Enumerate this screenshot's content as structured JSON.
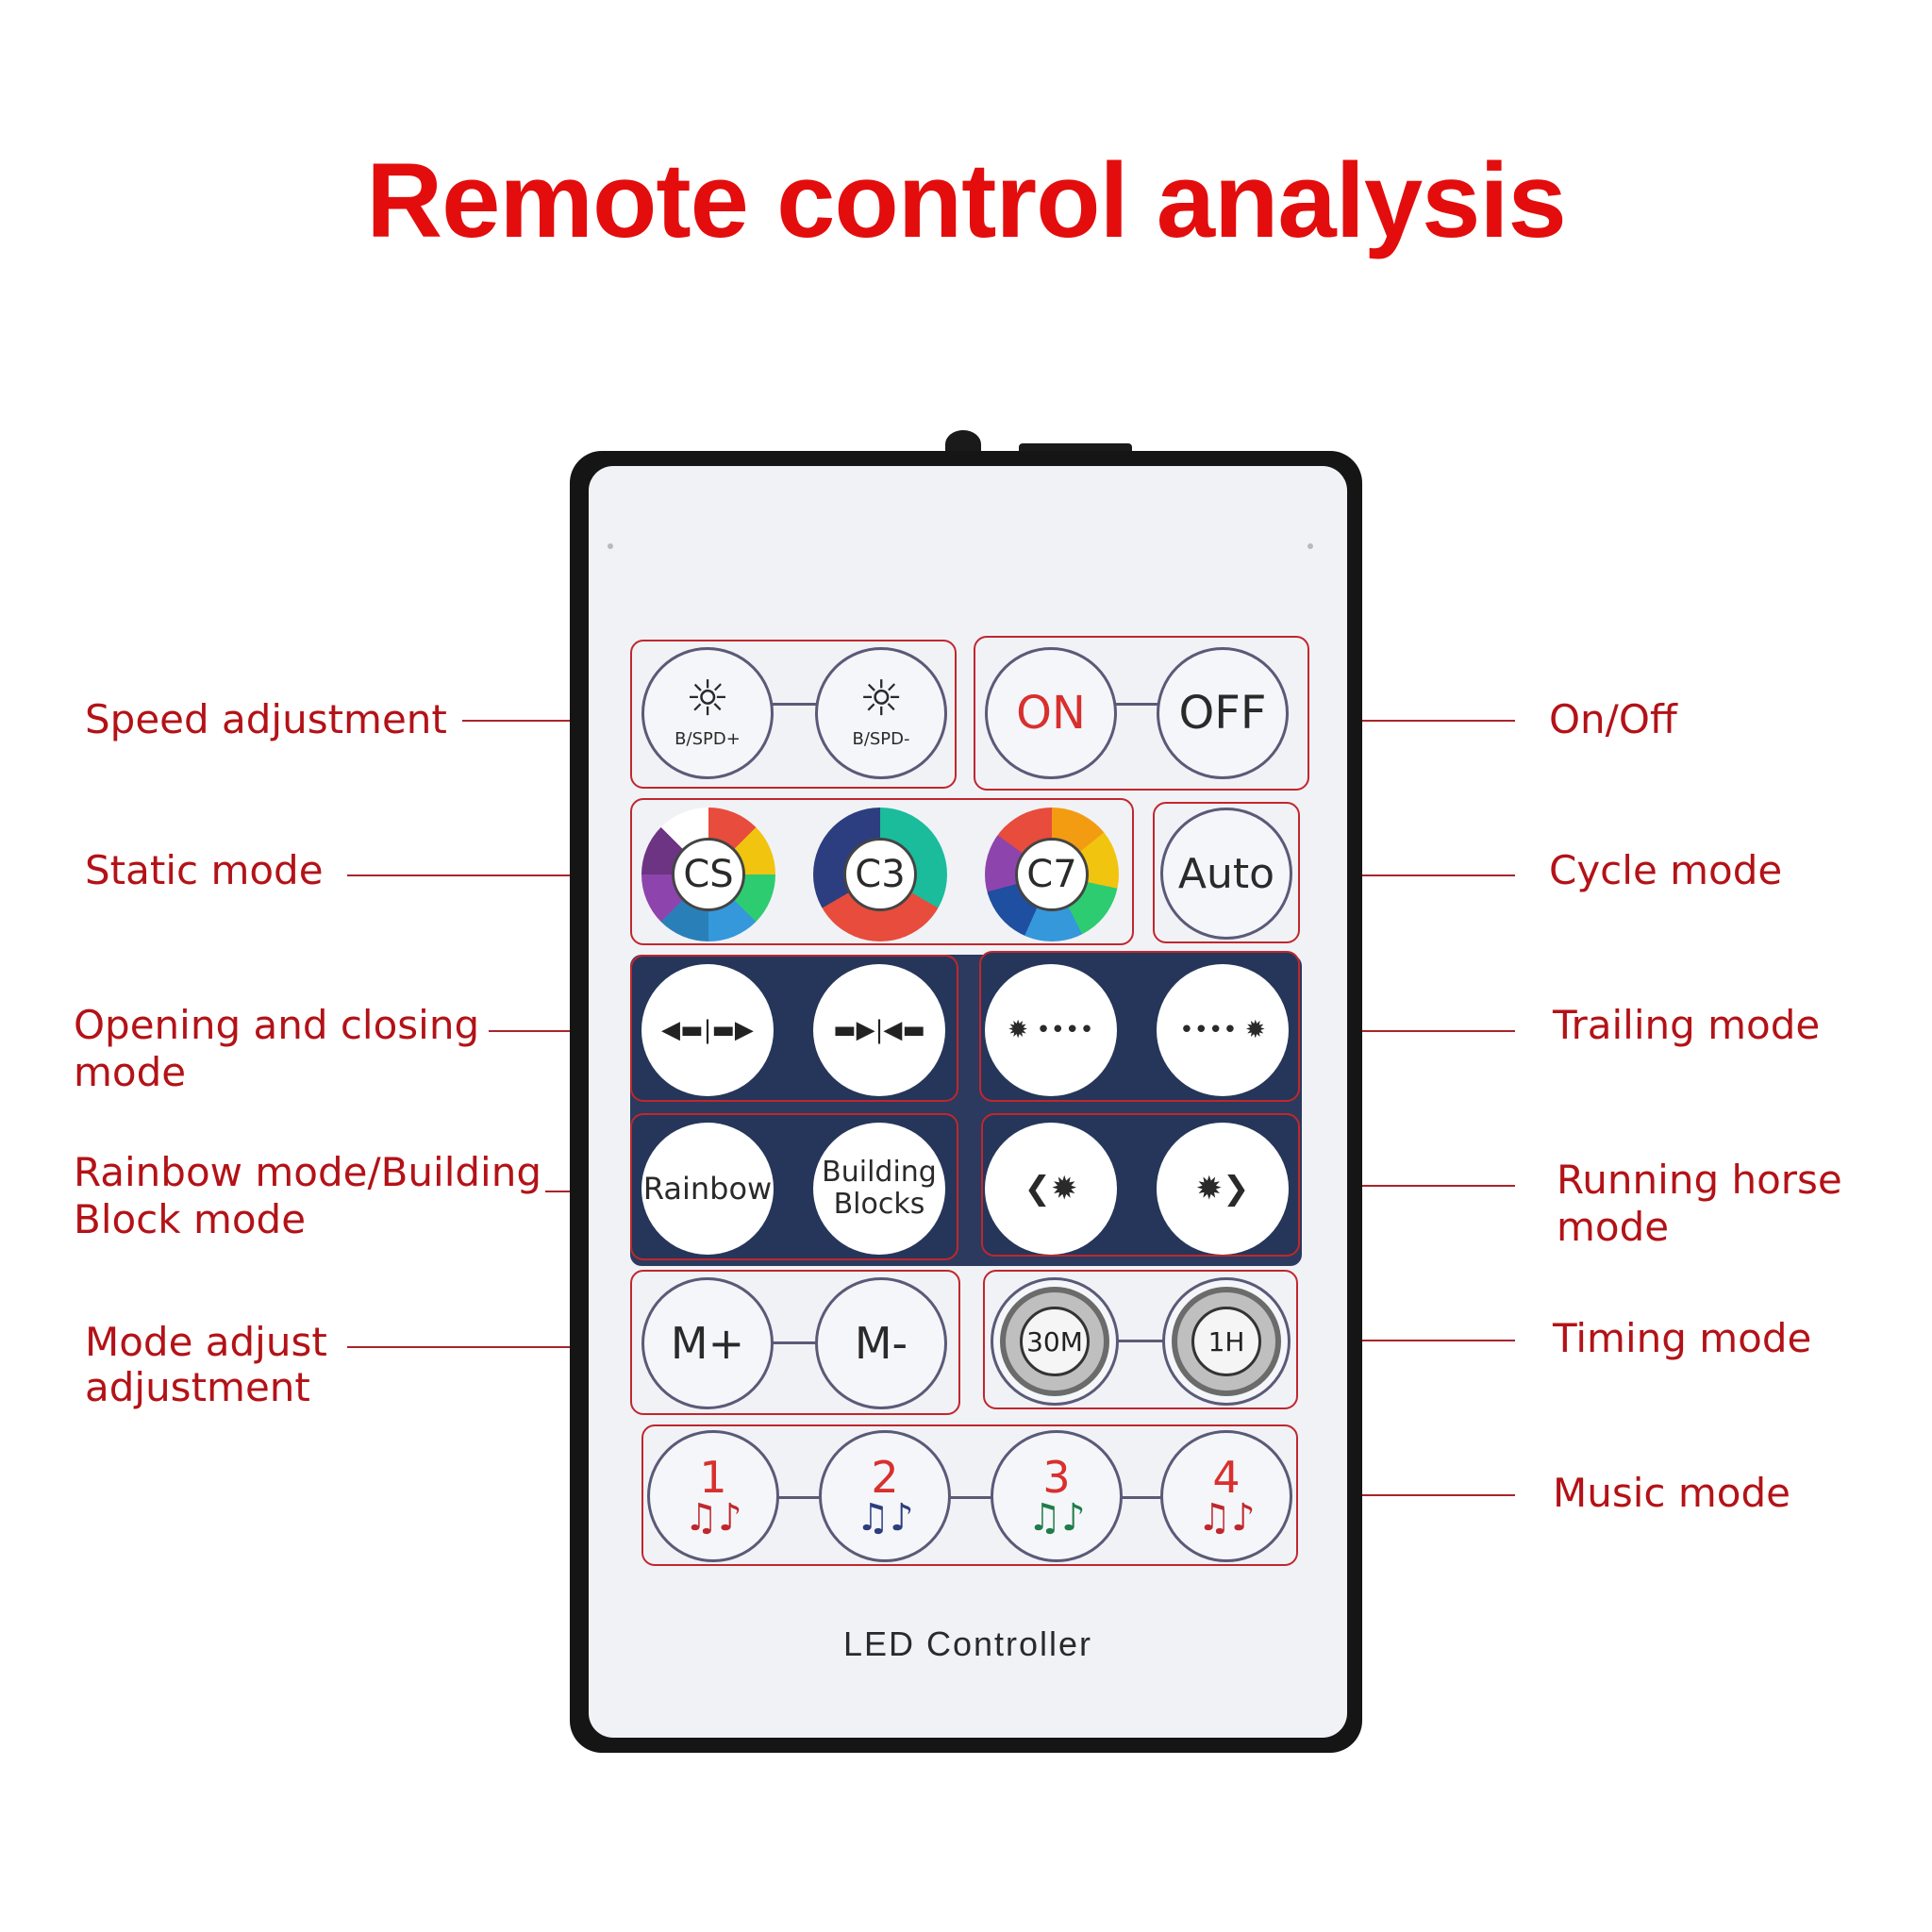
{
  "title": "Remote control analysis",
  "labels": {
    "speed": "Speed adjustment",
    "static": "Static mode",
    "opening": [
      "Opening and closing",
      "mode"
    ],
    "rainbow": [
      "Rainbow mode/Building",
      "Block mode"
    ],
    "mode_adjust": [
      "Mode adjust",
      "adjustment"
    ],
    "onoff": "On/Off",
    "cycle": "Cycle mode",
    "trailing": "Trailing mode",
    "running": [
      "Running horse",
      "mode"
    ],
    "timing": "Timing mode",
    "music": "Music mode"
  },
  "buttons": {
    "bspd_plus": "B/SPD+",
    "bspd_minus": "B/SPD-",
    "on": "ON",
    "off": "OFF",
    "cs": "CS",
    "c3": "C3",
    "c7": "C7",
    "auto": "Auto",
    "open_icon": "◀▬|▬▶",
    "close_icon": "▬▶|◀▬",
    "trail_left_icon": "✹ ••••",
    "trail_right_icon": "•••• ✹",
    "rainbow": "Rainbow",
    "building_1": "Building",
    "building_2": "Blocks",
    "run_left_icon": "❮✹",
    "run_right_icon": "✹❯",
    "m_plus": "M+",
    "m_minus": "M-",
    "t30": "30M",
    "t1h": "1H",
    "music": [
      "1",
      "2",
      "3",
      "4"
    ],
    "music_notes": "♫♪"
  },
  "brand": "LED Controller",
  "colors": {
    "title": "#e30d0d",
    "label": "#b31217",
    "group_border": "#c0272d",
    "navy": "#26365a"
  }
}
